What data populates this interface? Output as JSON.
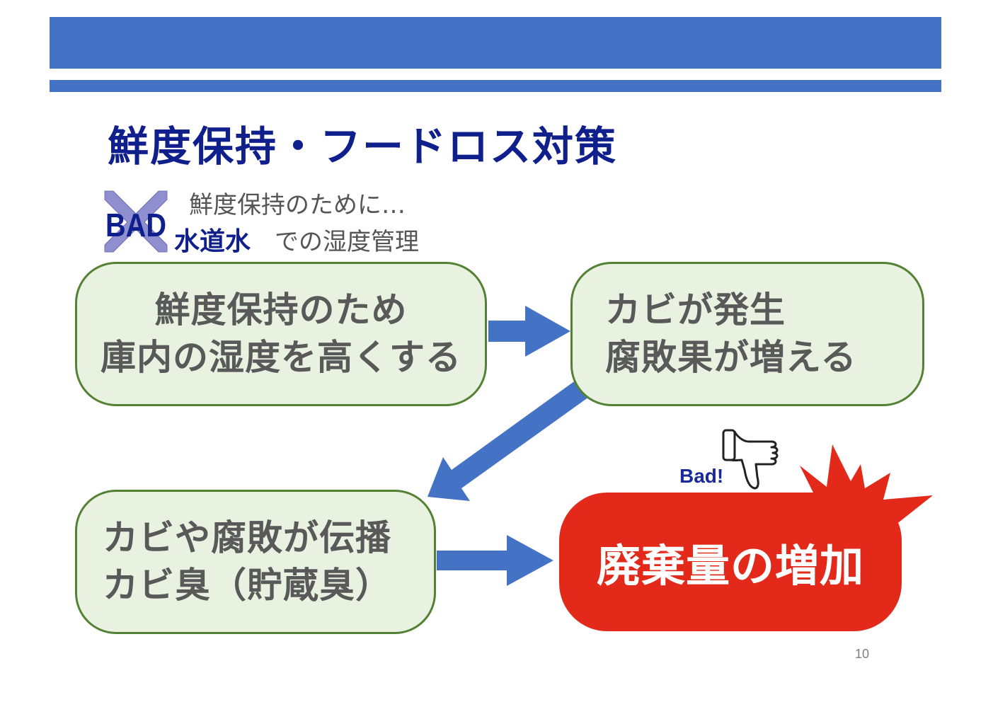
{
  "header": {
    "title": "鮮度保持・フードロス対策"
  },
  "note": {
    "line1": "鮮度保持のために…",
    "tap_water": "水道水",
    "line2_rest": "での湿度管理",
    "bad_mark_text": "BAD"
  },
  "boxes": {
    "a": {
      "line1": "鮮度保持のため",
      "line2": "庫内の湿度を高くする"
    },
    "b": {
      "line1": "カビが発生",
      "line2": "腐敗果が増える"
    },
    "c": {
      "line1": "カビや腐敗が伝播",
      "line2": "カビ臭（貯蔵臭）"
    },
    "d": {
      "text": "廃棄量の増加"
    }
  },
  "badge": {
    "label": "Bad!",
    "icon": "thumbs-down-icon"
  },
  "footer": {
    "page_number": "10"
  },
  "colors": {
    "header_band": "#4472c4",
    "title": "#0f1f8c",
    "box_fill": "#e9f1e1",
    "box_border": "#548235",
    "arrow": "#4472c4",
    "alert_box": "#e2291a",
    "burst": "#e2291a"
  }
}
